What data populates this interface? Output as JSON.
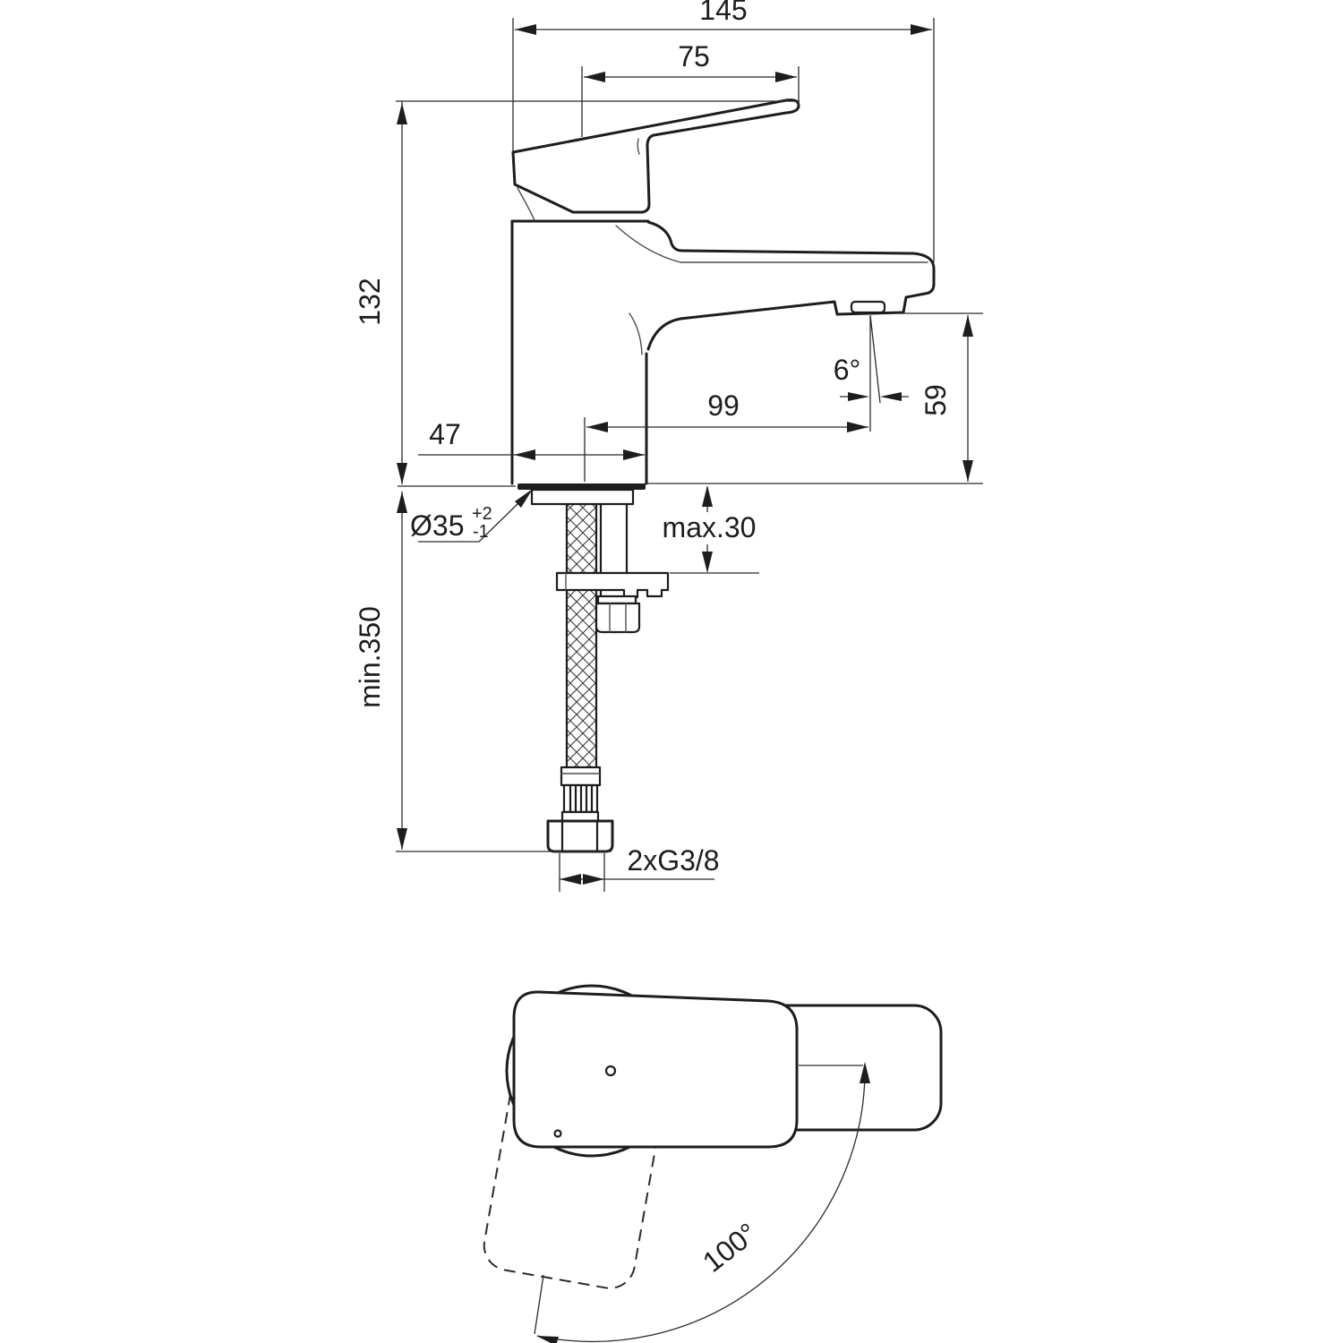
{
  "labels": {
    "width_total": "145",
    "handle_length": "75",
    "height": "132",
    "base_width": "47",
    "spout_reach": "99",
    "spout_height": "59",
    "spout_angle": "6°",
    "hole_diameter": "Ø35",
    "hole_tolerance_plus": "+2",
    "hole_tolerance_minus": "-1",
    "max_deck_thickness": "max.30",
    "min_hose_length": "min.350",
    "connection_size": "2xG3/8",
    "handle_swivel_angle": "100°"
  },
  "colors": {
    "line": "#1d1d1b",
    "thin_line": "#2b2b2b",
    "background": "#ffffff"
  }
}
